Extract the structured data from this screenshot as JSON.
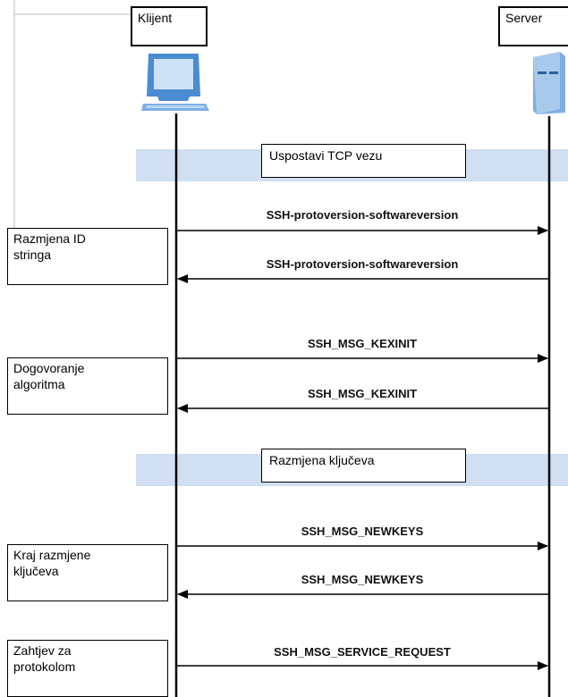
{
  "participants": {
    "client": "Klijent",
    "server": "Server"
  },
  "bands": {
    "tcp": "Uspostavi TCP vezu",
    "key_exchange": "Razmjena ključeva"
  },
  "notes": [
    {
      "line1": "Razmjena ID",
      "line2": "stringa"
    },
    {
      "line1": "Dogovoranje",
      "line2": "algoritma"
    },
    {
      "line1": "Kraj razmjene",
      "line2": "ključeva"
    },
    {
      "line1": "Zahtjev za",
      "line2": "protokolom"
    }
  ],
  "messages": [
    {
      "label": "SSH-protoversion-softwareversion",
      "direction": "to-server"
    },
    {
      "label": "SSH-protoversion-softwareversion",
      "direction": "to-client"
    },
    {
      "label": "SSH_MSG_KEXINIT",
      "direction": "to-server"
    },
    {
      "label": "SSH_MSG_KEXINIT",
      "direction": "to-client"
    },
    {
      "label": "SSH_MSG_NEWKEYS",
      "direction": "to-server"
    },
    {
      "label": "SSH_MSG_NEWKEYS",
      "direction": "to-client"
    },
    {
      "label": "SSH_MSG_SERVICE_REQUEST",
      "direction": "to-server"
    }
  ],
  "colors": {
    "band_fill": "#d1dff3",
    "computer_blue": "#4a8bd2",
    "server_blue": "#7faee0"
  }
}
